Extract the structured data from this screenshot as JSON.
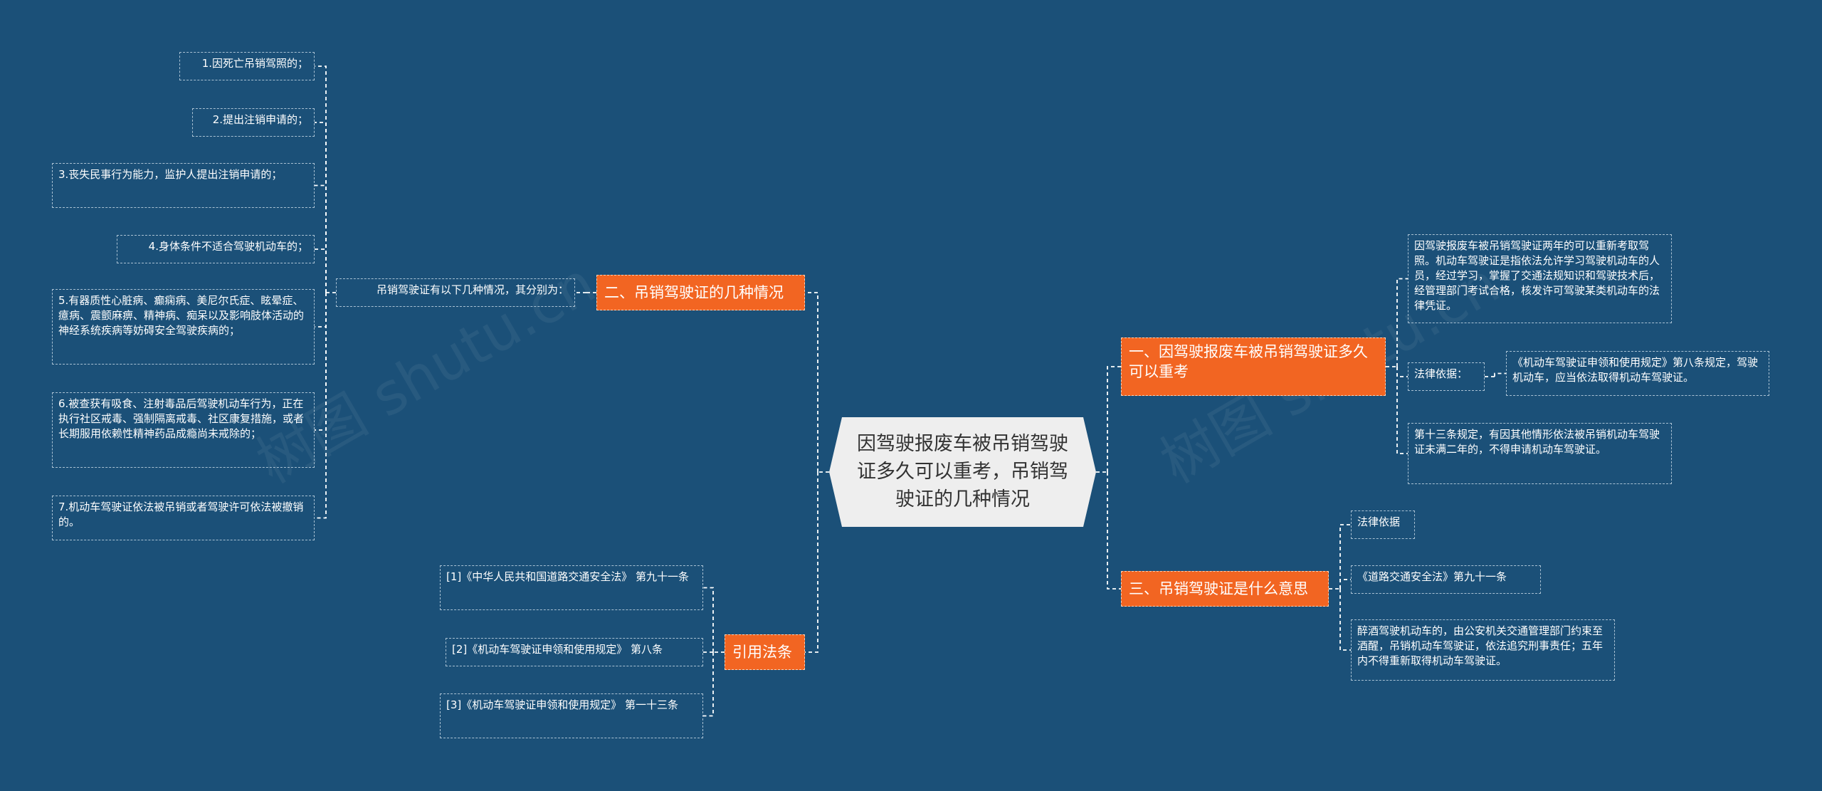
{
  "root": {
    "title": "因驾驶报废车被吊销驾驶证多久可以重考，吊销驾驶证的几种情况"
  },
  "watermark": "树图 shutu.cn",
  "left": {
    "b2": {
      "label": "二、吊销驾驶证的几种情况",
      "intro": "吊销驾驶证有以下几种情况，其分别为：",
      "items": [
        "1.因死亡吊销驾照的；",
        "2.提出注销申请的；",
        "3.丧失民事行为能力，监护人提出注销申请的；",
        "4.身体条件不适合驾驶机动车的；",
        "5.有器质性心脏病、癫痫病、美尼尔氏症、眩晕症、癔病、震颤麻痹、精神病、痴呆以及影响肢体活动的神经系统疾病等妨碍安全驾驶疾病的；",
        "6.被查获有吸食、注射毒品后驾驶机动车行为，正在执行社区戒毒、强制隔离戒毒、社区康复措施，或者长期服用依赖性精神药品成瘾尚未戒除的；",
        "7.机动车驾驶证依法被吊销或者驾驶许可依法被撤销的。"
      ]
    },
    "cite": {
      "label": "引用法条",
      "items": [
        "[1]《中华人民共和国道路交通安全法》 第九十一条",
        "[2]《机动车驾驶证申领和使用规定》 第八条",
        "[3]《机动车驾驶证申领和使用规定》 第一十三条"
      ]
    }
  },
  "right": {
    "b1": {
      "label": "一、因驾驶报废车被吊销驾驶证多久可以重考",
      "c1": "因驾驶报废车被吊销驾驶证两年的可以重新考取驾照。机动车驾驶证是指依法允许学习驾驶机动车的人员，经过学习，掌握了交通法规知识和驾驶技术后，经管理部门考试合格，核发许可驾驶某类机动车的法律凭证。",
      "c2": "法律依据：",
      "c2a": "《机动车驾驶证申领和使用规定》第八条规定，驾驶机动车，应当依法取得机动车驾驶证。",
      "c3": "第十三条规定，有因其他情形依法被吊销机动车驾驶证未满二年的，不得申请机动车驾驶证。"
    },
    "b3": {
      "label": "三、吊销驾驶证是什么意思",
      "c1": "法律依据",
      "c2": "《道路交通安全法》第九十一条",
      "c3": "醉酒驾驶机动车的，由公安机关交通管理部门约束至酒醒，吊销机动车驾驶证，依法追究刑事责任；五年内不得重新取得机动车驾驶证。"
    }
  },
  "colors": {
    "background": "#1b5078",
    "branch": "#f26522",
    "root": "#eeeeee",
    "line": "#ffffff"
  }
}
